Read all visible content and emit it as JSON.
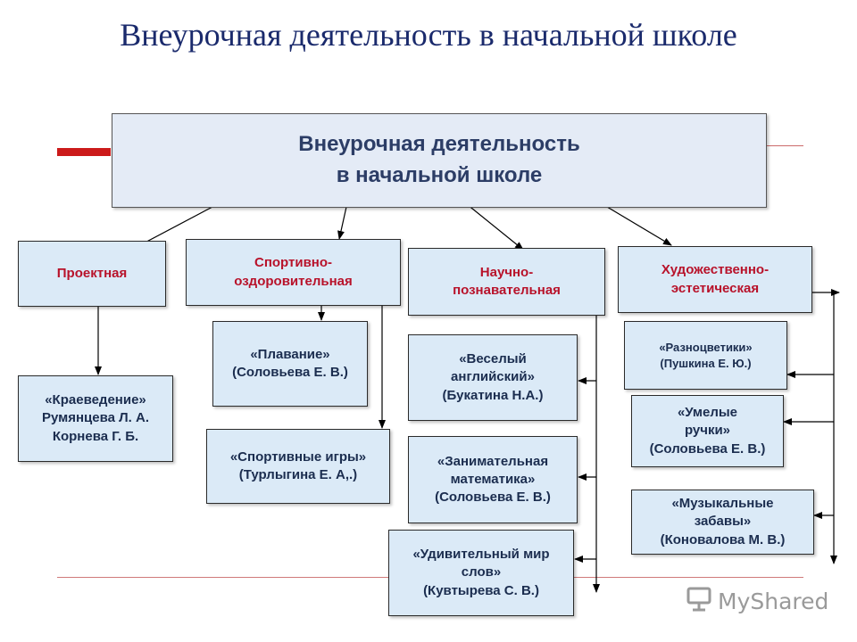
{
  "title": "Внеурочная деятельность в начальной школе",
  "root": "Внеурочная деятельность\nв начальной школе",
  "categories": {
    "project": "Проектная",
    "sport": "Спортивно-\nоздоровительная",
    "science": "Научно-\nпознавательная",
    "art": "Художественно-\nэстетическая"
  },
  "programs": {
    "kraevedenie": "«Краеведение»\nРумянцева Л. А.\nКорнева Г. Б.",
    "plavanie": "«Плавание»\n(Соловьева Е. В.)",
    "sport_games": "«Спортивные игры»\n(Турлыгина Е. А,.)",
    "english": "«Веселый\nанглийский»\n(Букатина Н.А.)",
    "math": "«Занимательная\nматематика»\n(Соловьева Е. В.)",
    "words": "«Удивительный мир\nслов»\n(Кувтырева С. В.)",
    "raznocvetiki": "«Разноцветики»\n(Пушкина Е. Ю.)",
    "hands": "«Умелые\nручки»\n(Соловьева Е. В.)",
    "music": "«Музыкальные\nзабавы»\n(Коновалова М. В.)"
  },
  "logo": {
    "text": "MyShared",
    "icon": "presentation-icon"
  },
  "colors": {
    "box_fill": "#dbeaf7",
    "category_text": "#b8122a",
    "title": "#1a2a6c",
    "accent_red": "#cc1a1a"
  }
}
